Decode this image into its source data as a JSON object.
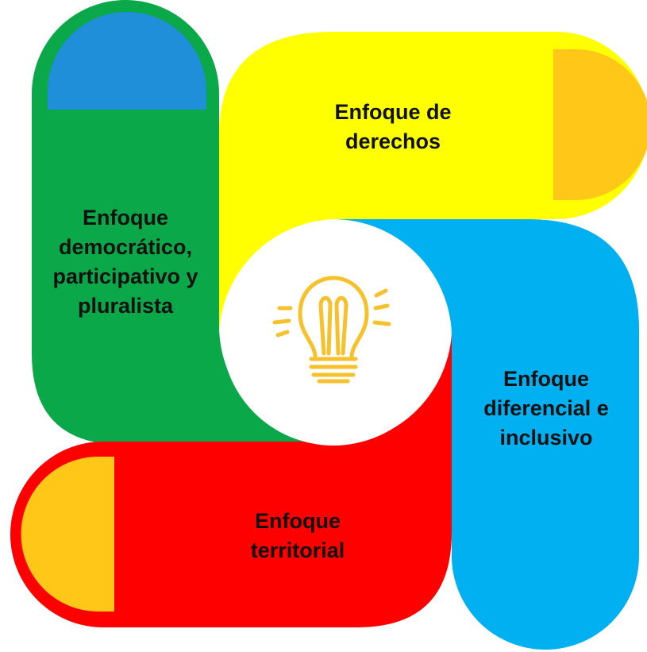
{
  "colors": {
    "green": "#0BA84A",
    "yellow": "#FFFF00",
    "blue": "#00B0F0",
    "red": "#FF0000",
    "cap_blue": "#1E8FD8",
    "cap_gold": "#FFC819",
    "bulb": "#F6C12A",
    "center": "#FFFFFF"
  },
  "center_icon": "lightbulb-icon",
  "segments": {
    "green": {
      "lines": [
        "Enfoque",
        "democrático,",
        "participativo y",
        "pluralista"
      ]
    },
    "yellow": {
      "lines": [
        "Enfoque de",
        "derechos"
      ]
    },
    "blue": {
      "lines": [
        "Enfoque",
        "diferencial e",
        "inclusivo"
      ]
    },
    "red": {
      "lines": [
        "Enfoque",
        "territorial"
      ]
    }
  }
}
